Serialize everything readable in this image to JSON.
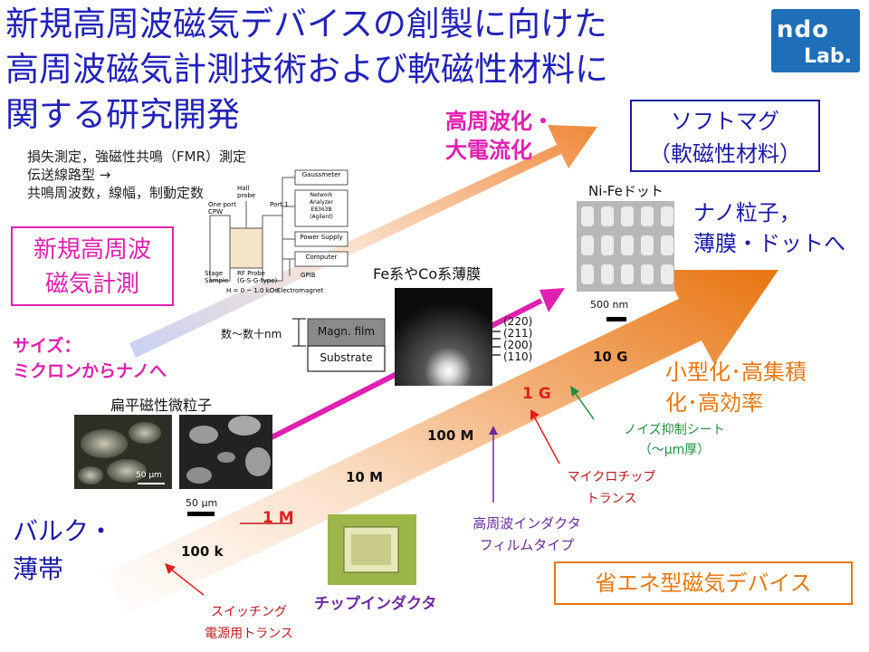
{
  "title": {
    "line1": "新規高周波磁気デバイスの創製に向けた",
    "line2": "高周波磁気計測技術および軟磁性材料に",
    "line3": "関する研究開発"
  },
  "logo": {
    "line1": "ndo",
    "line2": "Lab."
  },
  "measurement_notes": {
    "line1": "損失測定，強磁性共鳴（FMR）測定",
    "line2": "伝送線路型 →",
    "line3": "共鳴周波数，線幅，制動定数"
  },
  "setup_diagram": {
    "gaussmeter": "Gaussmeter",
    "network_analyzer": [
      "Network",
      "Analyzer",
      "E8363B",
      "(Agilent)"
    ],
    "power_supply": "Power Supply",
    "computer": "Computer",
    "port1": "Port 1",
    "hall_probe": [
      "Hall",
      "probe"
    ],
    "one_port_cpw": [
      "One port",
      "CPW"
    ],
    "stage_sample": [
      "Stage",
      "Sample"
    ],
    "rf_probe": [
      "RF Probe",
      "(G-S-G-type)"
    ],
    "gpib": "GPIB",
    "field_range": "H = 0 ~ 1.0 kOe",
    "electromagnet": "Electromagnet"
  },
  "high_freq_arrow": {
    "line1": "高周波化・",
    "line2": "大電流化"
  },
  "soft_mag_box": {
    "line1": "ソフトマグ",
    "line2": "（軟磁性材料）"
  },
  "nife_label": "Ni-Feドット",
  "nano_label": {
    "line1": "ナノ粒子，",
    "line2": "薄膜・ドットへ"
  },
  "scale_500nm": "500 nm",
  "new_measure_box": {
    "line1": "新規高周波",
    "line2": "磁気計測"
  },
  "fe_co_label": "Fe系やCo系薄膜",
  "film_stack": {
    "thickness": "数〜数十nm",
    "film": "Magn. film",
    "substrate": "Substrate"
  },
  "diffraction_rings": [
    "(220)",
    "(211)",
    "(200)",
    "(110)"
  ],
  "size_label": {
    "line1": "サイズ：",
    "line2": "ミクロンからナノへ"
  },
  "flat_particles": "扁平磁性微粒子",
  "scale_50um_a": "50 μm",
  "scale_50um_b": "50 μm",
  "freq": {
    "f10g": "10 G",
    "f1g": "1 G",
    "f100m": "100 M",
    "f10m": "10 M",
    "f1m": "1 M",
    "f100k": "100 k"
  },
  "miniaturize": {
    "line1": "小型化･高集積",
    "line2": "化･高効率"
  },
  "noise_sheet": {
    "line1": "ノイズ抑制シート",
    "line2": "（〜μm厚）"
  },
  "micro_chip": {
    "line1": "マイクロチップ",
    "line2": "トランス"
  },
  "hf_inductor": {
    "line1": "高周波インダクタ",
    "line2": "フィルムタイプ"
  },
  "bulk": {
    "line1": "バルク・",
    "line2": "薄帯"
  },
  "chip_inductor": "チップインダクタ",
  "switching": {
    "line1": "スイッチング",
    "line2": "電源用トランス"
  },
  "energy_device_box": "省エネ型磁気デバイス",
  "colors": {
    "title_blue": "#2222bb",
    "magenta": "#e020b0",
    "orange": "#e87810",
    "red": "#e02020",
    "green": "#209040",
    "purple": "#6a2aa0",
    "dark_red": "#c01818"
  }
}
